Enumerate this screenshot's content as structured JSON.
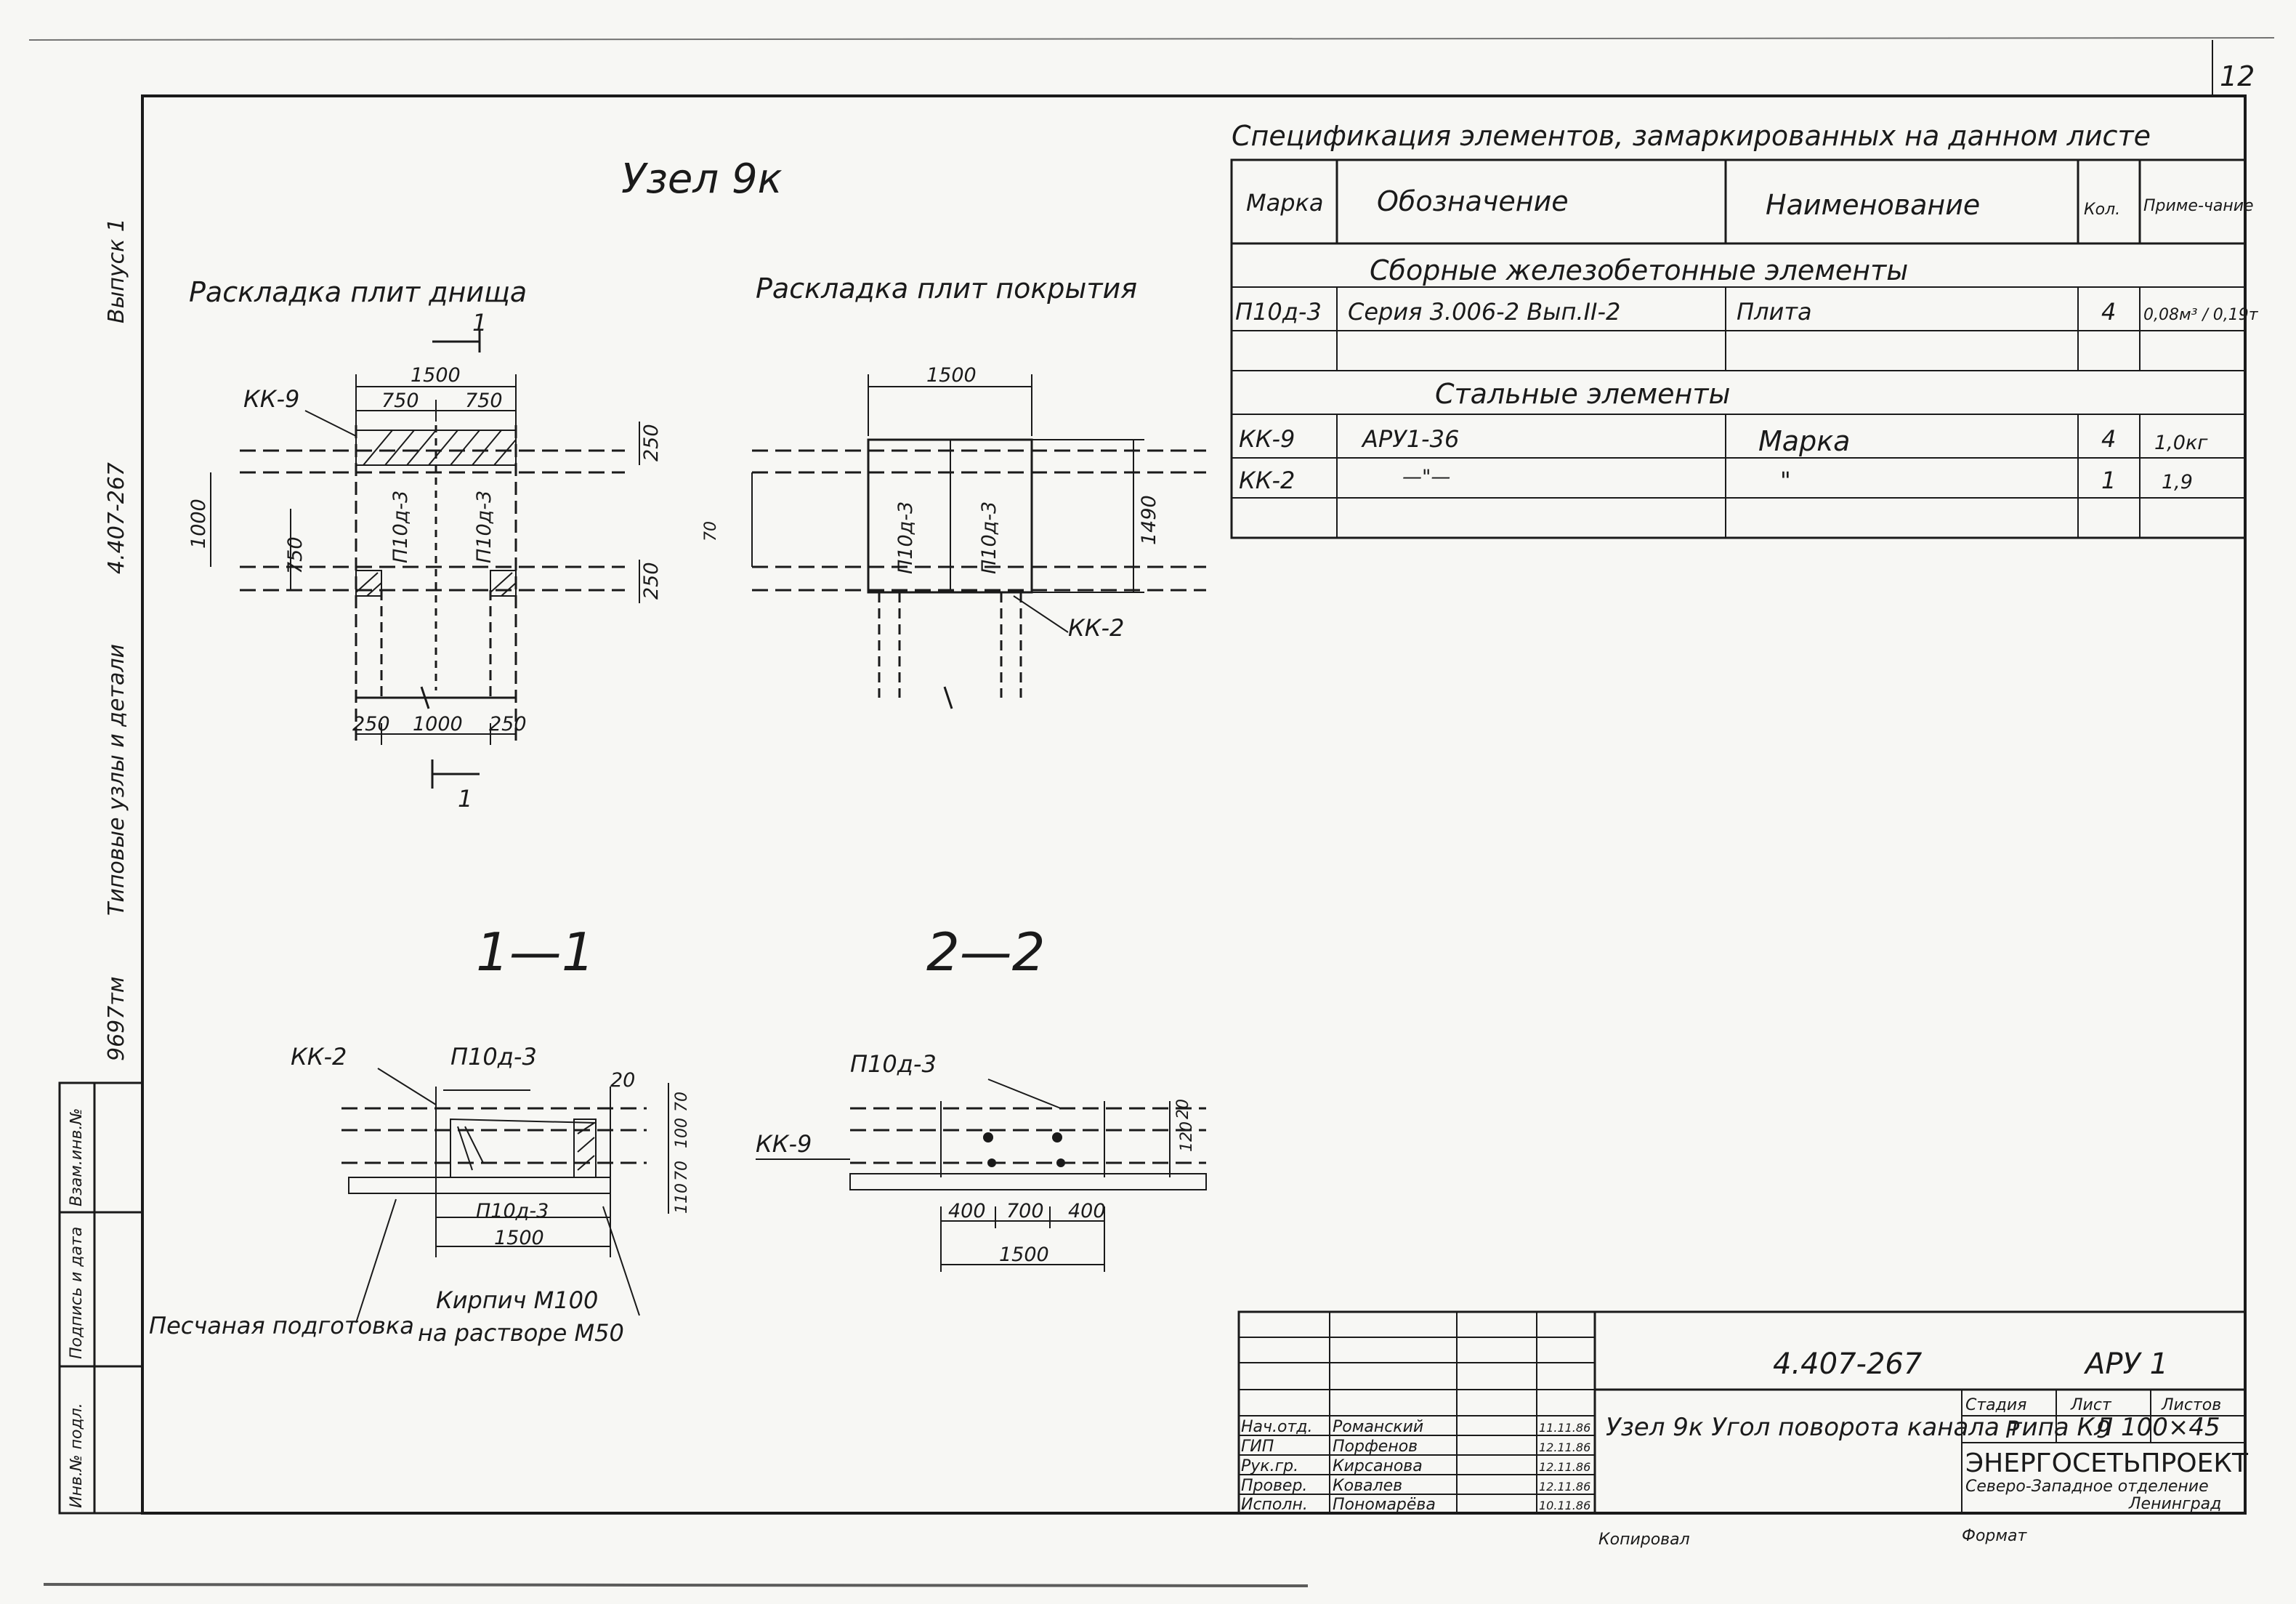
{
  "sheet": {
    "page_number": "12",
    "side_strip": {
      "issue": "Выпуск 1",
      "code": "4.407-267",
      "series_title": "Типовые узлы и детали",
      "archive_number": "9697тм",
      "fields": [
        "Взам.инв.№",
        "Подпись и дата",
        "Инв.№ подл."
      ]
    }
  },
  "node": {
    "title": "Узел 9к"
  },
  "plan_bottom": {
    "title": "Раскладка плит днища",
    "labels": {
      "kk9": "КК-9",
      "slab_left": "П10д-3",
      "slab_right": "П10д-3",
      "section_mark": "1"
    },
    "dims": {
      "total": "1500",
      "half_left": "750",
      "half_right": "750",
      "height_top": "250",
      "height_bot": "250",
      "side_left": "1000",
      "side_inner": "750",
      "bottom_left": "250",
      "bottom_mid": "1000",
      "bottom_right": "250"
    }
  },
  "plan_top": {
    "title": "Раскладка плит покрытия",
    "labels": {
      "slab_left": "П10д-3",
      "slab_right": "П10д-3",
      "kk2": "КК-2"
    },
    "dims": {
      "total": "1500",
      "height": "1490",
      "small": "70"
    }
  },
  "section_1": {
    "title": "1—1",
    "labels": {
      "kk2": "КК-2",
      "slab_top": "П10д-3",
      "slab_bottom": "П10д-3"
    },
    "dims": {
      "d20": "20",
      "d70a": "70",
      "d100": "100",
      "d70b": "70",
      "d110": "110",
      "width": "1500"
    }
  },
  "section_2": {
    "title": "2—2",
    "labels": {
      "slab": "П10д-3",
      "kk9": "КК-9"
    },
    "dims": {
      "d400a": "400",
      "d700": "700",
      "d400b": "400",
      "width": "1500",
      "h20": "20",
      "h120": "120"
    }
  },
  "notes": {
    "sand": "Песчаная подготовка",
    "brick_line1": "Кирпич М100",
    "brick_line2": "на растворе М50"
  },
  "spec_table": {
    "caption": "Спецификация элементов, замаркированных на данном листе",
    "headers": [
      "Марка",
      "Обозначение",
      "Наименование",
      "Кол.",
      "Приме-чание"
    ],
    "groups": [
      {
        "name": "Сборные железобетонные элементы",
        "rows": [
          {
            "mark": "П10д-3",
            "designation": "Серия 3.006-2 Вып.II-2",
            "name": "Плита",
            "qty": "4",
            "note": "0,08м³ / 0,19т"
          }
        ]
      },
      {
        "name": "Стальные элементы",
        "rows": [
          {
            "mark": "КК-9",
            "designation": "АРУ1-36",
            "name": "Марка",
            "qty": "4",
            "note": "1,0кг"
          },
          {
            "mark": "КК-2",
            "designation": "—\"—",
            "name": "\"",
            "qty": "1",
            "note": "1,9"
          }
        ]
      }
    ]
  },
  "stamp": {
    "doc_code": "4.407-267",
    "set_code": "АРУ 1",
    "title": "Узел 9к Угол поворота канала типа КЛ 100×45",
    "roles": [
      "Нач.отд.",
      "ГИП",
      "Рук.гр.",
      "Провер.",
      "Исполн."
    ],
    "names": [
      "Романский",
      "Порфенов",
      "Кирсанова",
      "Ковалев",
      "Пономарёва"
    ],
    "dates": [
      "11.11.86",
      "12.11.86",
      "12.11.86",
      "12.11.86",
      "10.11.86"
    ],
    "stage_label": "Стадия",
    "sheet_label": "Лист",
    "sheets_label": "Листов",
    "stage": "Р",
    "sheet": "9",
    "org_name": "ЭНЕРГОСЕТЬПРОЕКТ",
    "org_branch": "Северо-Западное отделение",
    "org_city": "Ленинград",
    "copied": "Копировал",
    "format": "Формат"
  }
}
